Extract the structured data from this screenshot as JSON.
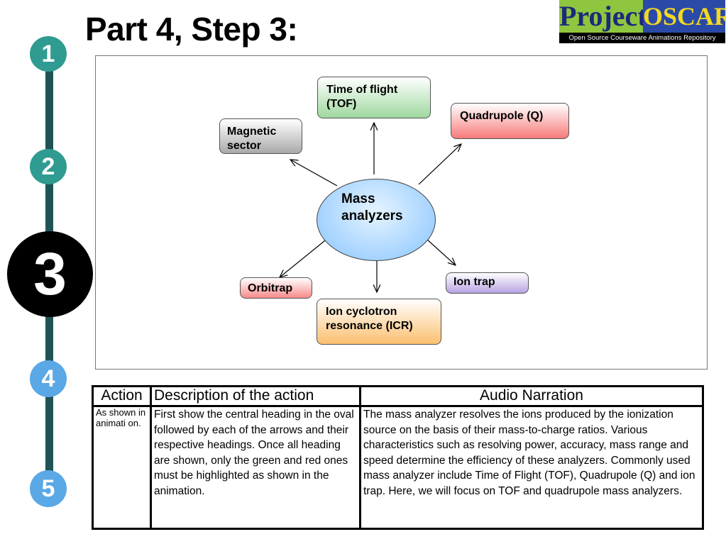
{
  "page": {
    "title": "Part 4, Step 3:"
  },
  "logo": {
    "word1": "Project",
    "word2": "OSCAR",
    "tagline": "Open Source Courseware Animations Repository"
  },
  "steps": [
    "1",
    "2",
    "3",
    "4",
    "5"
  ],
  "current_step": "3",
  "diagram": {
    "center": [
      "Mass",
      "analyzers"
    ],
    "tof": [
      "Time of flight",
      "(TOF)"
    ],
    "quadrupole": [
      "Quadrupole (Q)"
    ],
    "magnetic": [
      "Magnetic",
      "sector"
    ],
    "orbitrap": [
      "Orbitrap"
    ],
    "icr": [
      "Ion cyclotron",
      "resonance (ICR)"
    ],
    "ion_trap": [
      "Ion trap"
    ],
    "colors": {
      "tof": "#9fd89f",
      "quadrupole": "#f77a7a",
      "magnetic": "#a9a9a9",
      "orbitrap": "#f78a8a",
      "icr": "#fbc06f",
      "ion_trap": "#b7a3e3",
      "center": "#9fd0ff"
    }
  },
  "table": {
    "headers": [
      "Action",
      "Description of the action",
      "Audio Narration"
    ],
    "action": "As shown in animati on.",
    "description": "First show the central heading in the oval followed by each of the arrows and their respective headings. Once all heading are shown, only the green and red ones must be highlighted as shown in the animation.",
    "narration": "The mass analyzer resolves the ions produced by the ionization source on the basis of their mass-to-charge ratios. Various characteristics such as resolving power, accuracy, mass range and speed determine the efficiency of these analyzers. Commonly used mass analyzer include Time of Flight (TOF), Quadrupole (Q) and ion trap. Here, we will focus on TOF and quadrupole mass analyzers."
  }
}
